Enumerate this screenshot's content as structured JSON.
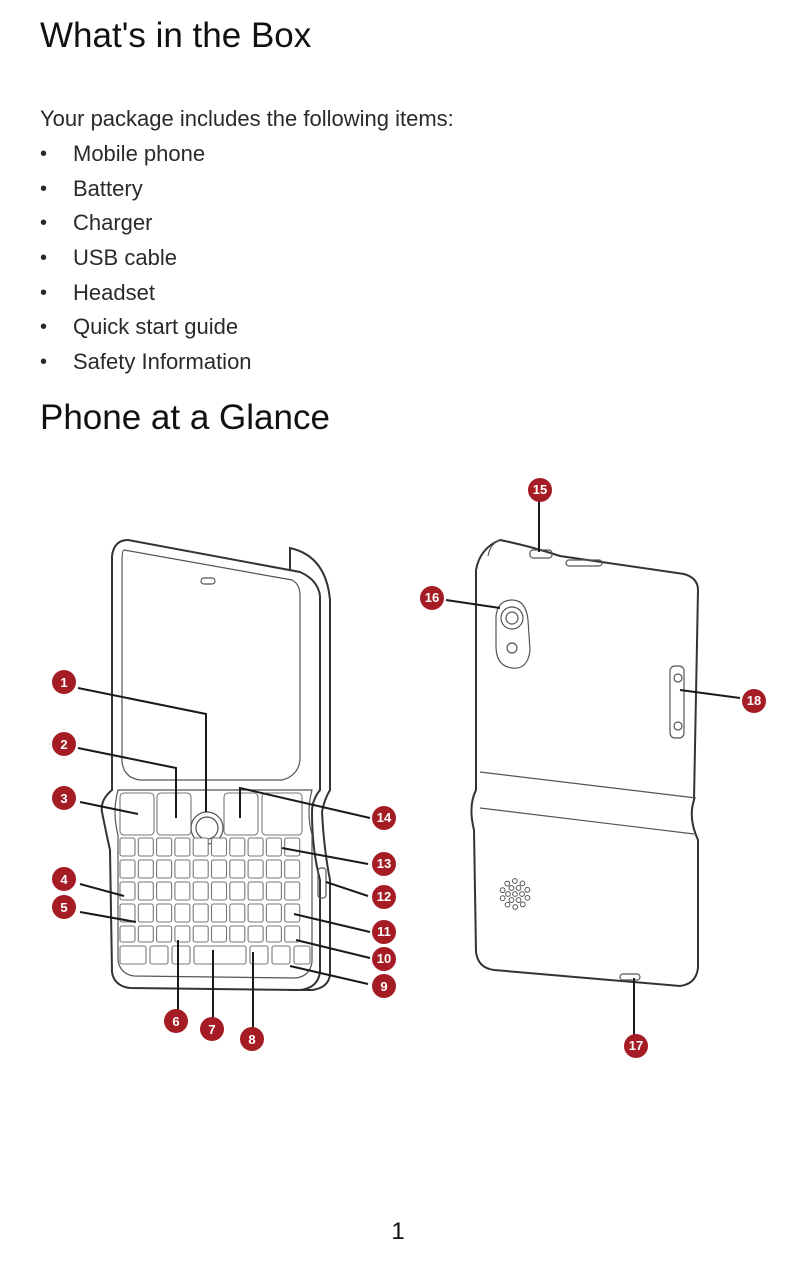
{
  "section_box": {
    "title": "What's in the Box",
    "intro": "Your package includes the following items:",
    "bullet": "•",
    "items": [
      "Mobile phone",
      "Battery",
      "Charger",
      "USB cable",
      "Headset",
      "Quick start guide",
      "Safety Information"
    ]
  },
  "section_glance": {
    "title": "Phone at a Glance",
    "callouts": [
      "1",
      "2",
      "3",
      "4",
      "5",
      "6",
      "7",
      "8",
      "9",
      "10",
      "11",
      "12",
      "13",
      "14",
      "15",
      "16",
      "17",
      "18"
    ]
  },
  "page_number": "1",
  "colors": {
    "callout": "#a51c24",
    "text": "#1a1a1a"
  }
}
